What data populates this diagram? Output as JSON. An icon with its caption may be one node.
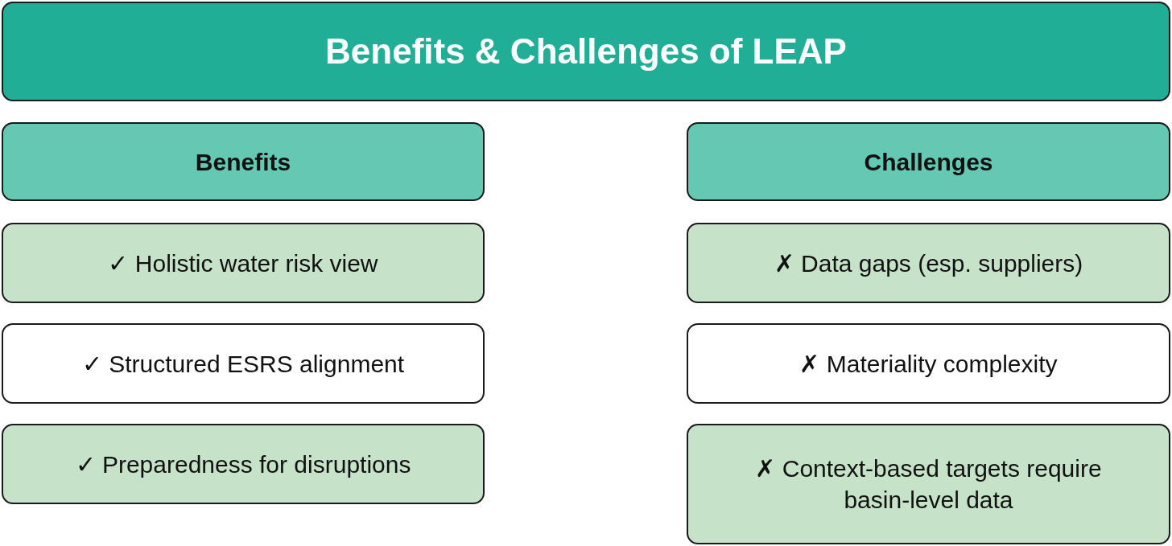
{
  "diagram": {
    "nodes": [
      {
        "text": [
          "Benefits & Challenges of LEAP"
        ]
      },
      {
        "text": [
          "Benefits"
        ]
      },
      {
        "text": [
          "Challenges"
        ]
      },
      {
        "text": [
          "✓ Holistic water risk view"
        ]
      },
      {
        "text": [
          "✗ Data gaps (esp. suppliers)"
        ]
      },
      {
        "text": [
          "✓ Structured ESRS alignment"
        ]
      },
      {
        "text": [
          "✗ Materiality complexity"
        ]
      },
      {
        "text": [
          "✓ Preparedness for disruptions"
        ]
      },
      {
        "text": [
          "✗ Context-based targets require basin-level data"
        ]
      }
    ]
  }
}
